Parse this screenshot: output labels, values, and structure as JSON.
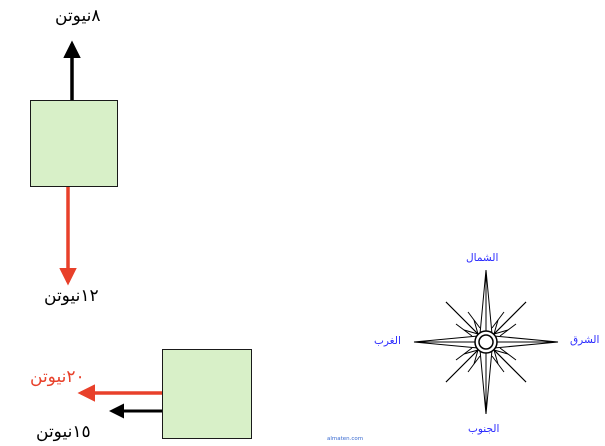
{
  "diagram1": {
    "top_force": "٨نيوتن",
    "bottom_force": "١٢نيوتن"
  },
  "diagram2": {
    "left_force_red": "٢٠نيوتن",
    "left_force_black": "١٥نيوتن"
  },
  "compass": {
    "north": "الشمال",
    "south": "الجنوب",
    "east": "الشرق",
    "west": "الغرب"
  },
  "watermark": "almaten.com",
  "colors": {
    "box_fill": "#d8f0c8",
    "arrow_black": "#000000",
    "arrow_red": "#e8402a",
    "compass_label": "#2a2aff",
    "watermark": "#3a6bd1"
  }
}
